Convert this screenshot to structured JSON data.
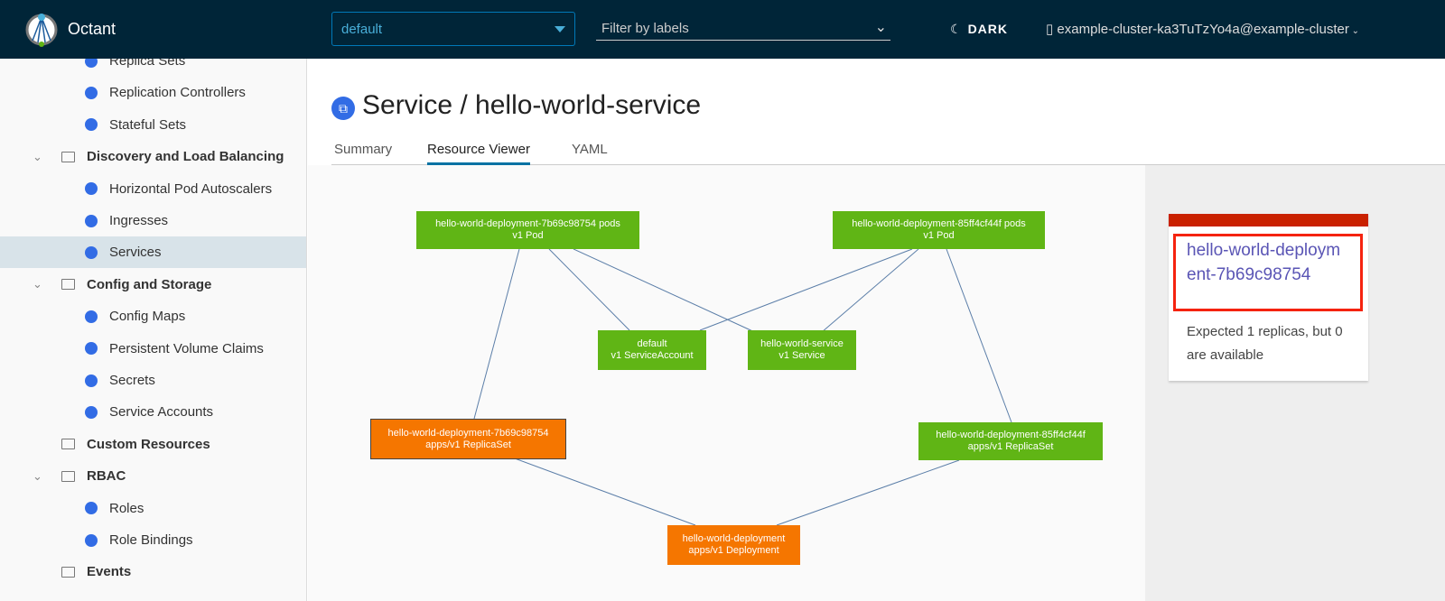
{
  "header": {
    "brand": "Octant",
    "namespace": "default",
    "filter_placeholder": "Filter by labels",
    "theme": "DARK",
    "context": "example-cluster-ka3TuTzYo4a@example-cluster"
  },
  "sidebar": {
    "items": [
      {
        "label": "Replica Sets",
        "type": "item"
      },
      {
        "label": "Replication Controllers",
        "type": "item"
      },
      {
        "label": "Stateful Sets",
        "type": "item"
      },
      {
        "label": "Discovery and Load Balancing",
        "type": "group"
      },
      {
        "label": "Horizontal Pod Autoscalers",
        "type": "item"
      },
      {
        "label": "Ingresses",
        "type": "item"
      },
      {
        "label": "Services",
        "type": "item",
        "selected": true
      },
      {
        "label": "Config and Storage",
        "type": "group"
      },
      {
        "label": "Config Maps",
        "type": "item"
      },
      {
        "label": "Persistent Volume Claims",
        "type": "item"
      },
      {
        "label": "Secrets",
        "type": "item"
      },
      {
        "label": "Service Accounts",
        "type": "item"
      },
      {
        "label": "Custom Resources",
        "type": "group"
      },
      {
        "label": "RBAC",
        "type": "group"
      },
      {
        "label": "Roles",
        "type": "item"
      },
      {
        "label": "Role Bindings",
        "type": "item"
      },
      {
        "label": "Events",
        "type": "group"
      }
    ]
  },
  "page": {
    "title": "Service / hello-world-service",
    "tabs": [
      "Summary",
      "Resource Viewer",
      "YAML"
    ],
    "active_tab": "Resource Viewer"
  },
  "graph": {
    "nodes": [
      {
        "name": "hello-world-deployment-7b69c98754 pods",
        "kind": "v1 Pod",
        "status": "ok"
      },
      {
        "name": "hello-world-deployment-85ff4cf44f pods",
        "kind": "v1 Pod",
        "status": "ok"
      },
      {
        "name": "default",
        "kind": "v1 ServiceAccount",
        "status": "ok"
      },
      {
        "name": "hello-world-service",
        "kind": "v1 Service",
        "status": "ok"
      },
      {
        "name": "hello-world-deployment-7b69c98754",
        "kind": "apps/v1 ReplicaSet",
        "status": "warning"
      },
      {
        "name": "hello-world-deployment-85ff4cf44f",
        "kind": "apps/v1 ReplicaSet",
        "status": "ok"
      },
      {
        "name": "hello-world-deployment",
        "kind": "apps/v1 Deployment",
        "status": "warning"
      }
    ],
    "colors": {
      "ok": "#60b515",
      "warning": "#f57600",
      "edge": "#5b7ea8"
    }
  },
  "detail": {
    "title": "hello-world-deployment-7b69c98754",
    "message": "Expected 1 replicas, but 0 are available",
    "status_color": "#c92100"
  }
}
